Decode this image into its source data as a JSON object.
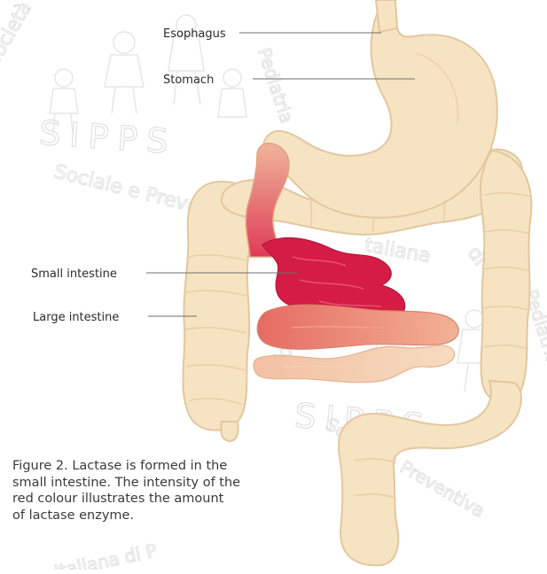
{
  "labels": {
    "esophagus": "Esophagus",
    "stomach": "Stomach",
    "small_intestine": "Small intestine",
    "large_intestine": "Large intestine"
  },
  "caption": "Figure 2. Lactase is formed in the\nsmall intestine. The intensity of the\nred colour illustrates the amount\nof lactase enzyme.",
  "watermark": {
    "logo_initials": "SIPPS",
    "society_name": "Società Italiana di Pediatria Preventiva e Sociale"
  },
  "colors": {
    "organ_fill": "#f6e3c2",
    "organ_outline": "#e2c79f",
    "lactase_high": "#d41c45",
    "lactase_medium": "#e65a5a",
    "lactase_low": "#f0a78a"
  }
}
